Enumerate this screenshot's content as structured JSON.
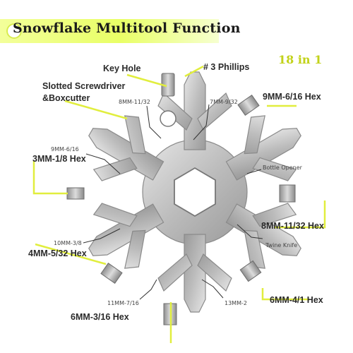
{
  "title": "Snowflake Multitool  Function",
  "count_label": "18 in 1",
  "labels": {
    "key_hole": "Key Hole",
    "phillips": "# 3 Phillips",
    "slotted_1": "Slotted Screwdriver",
    "slotted_2": "&Boxcutter",
    "hex_9mm_top": "9MM-6/16 Hex",
    "hex_3mm": "3MM-1/8 Hex",
    "hex_8mm_right": "8MM-11/32 Hex",
    "hex_4mm": "4MM-5/32 Hex",
    "hex_6mm_41": "6MM-4/1 Hex",
    "hex_6mm_316": "6MM-3/16 Hex",
    "small_8mm": "8MM-11/32",
    "small_7mm": "7MM-9/32",
    "small_9mm": "9MM-6/16",
    "small_bottle": "Bottle Opener",
    "small_10mm": "10MM-3/8",
    "small_twine": "Twine Knife",
    "small_11mm": "11MM-7/16",
    "small_13mm": "13MM-2"
  },
  "colors": {
    "accent_label": "#c2d21a",
    "leader_line": "#e1ee3e",
    "tool_metal": "#bdbdbd"
  }
}
